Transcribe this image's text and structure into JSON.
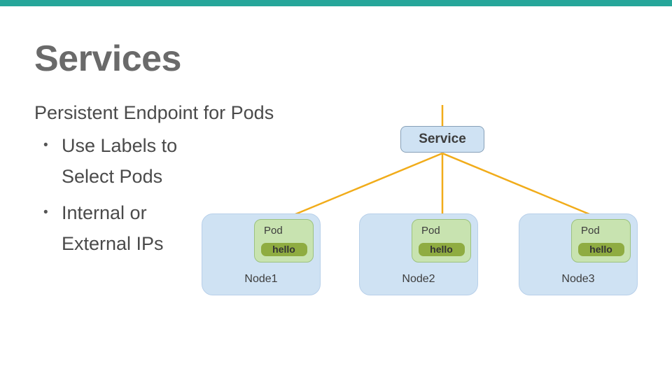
{
  "slide": {
    "title": "Services",
    "subtitle": "Persistent Endpoint for Pods",
    "bullets": [
      {
        "marker": "•",
        "text": "Use Labels to Select Pods"
      },
      {
        "marker": "•",
        "text": "Internal or External IPs"
      }
    ]
  },
  "diagram": {
    "service_label": "Service",
    "nodes": [
      {
        "name": "Node1",
        "pod_label": "Pod",
        "container_label": "hello"
      },
      {
        "name": "Node2",
        "pod_label": "Pod",
        "container_label": "hello"
      },
      {
        "name": "Node3",
        "pod_label": "Pod",
        "container_label": "hello"
      }
    ]
  },
  "colors": {
    "top_bar": "#26A69A",
    "title_text": "#6a6a6a",
    "body_text": "#4a4a4a",
    "connector_line": "#F1AC1A",
    "node_fill": "#cfe2f3",
    "node_border": "#b8d0ea",
    "service_fill": "#cfe2f3",
    "service_border": "#87a0b8",
    "pod_fill": "#c8e3b0",
    "pod_border": "#9cc27e",
    "hello_badge_fill": "#8fac41"
  }
}
